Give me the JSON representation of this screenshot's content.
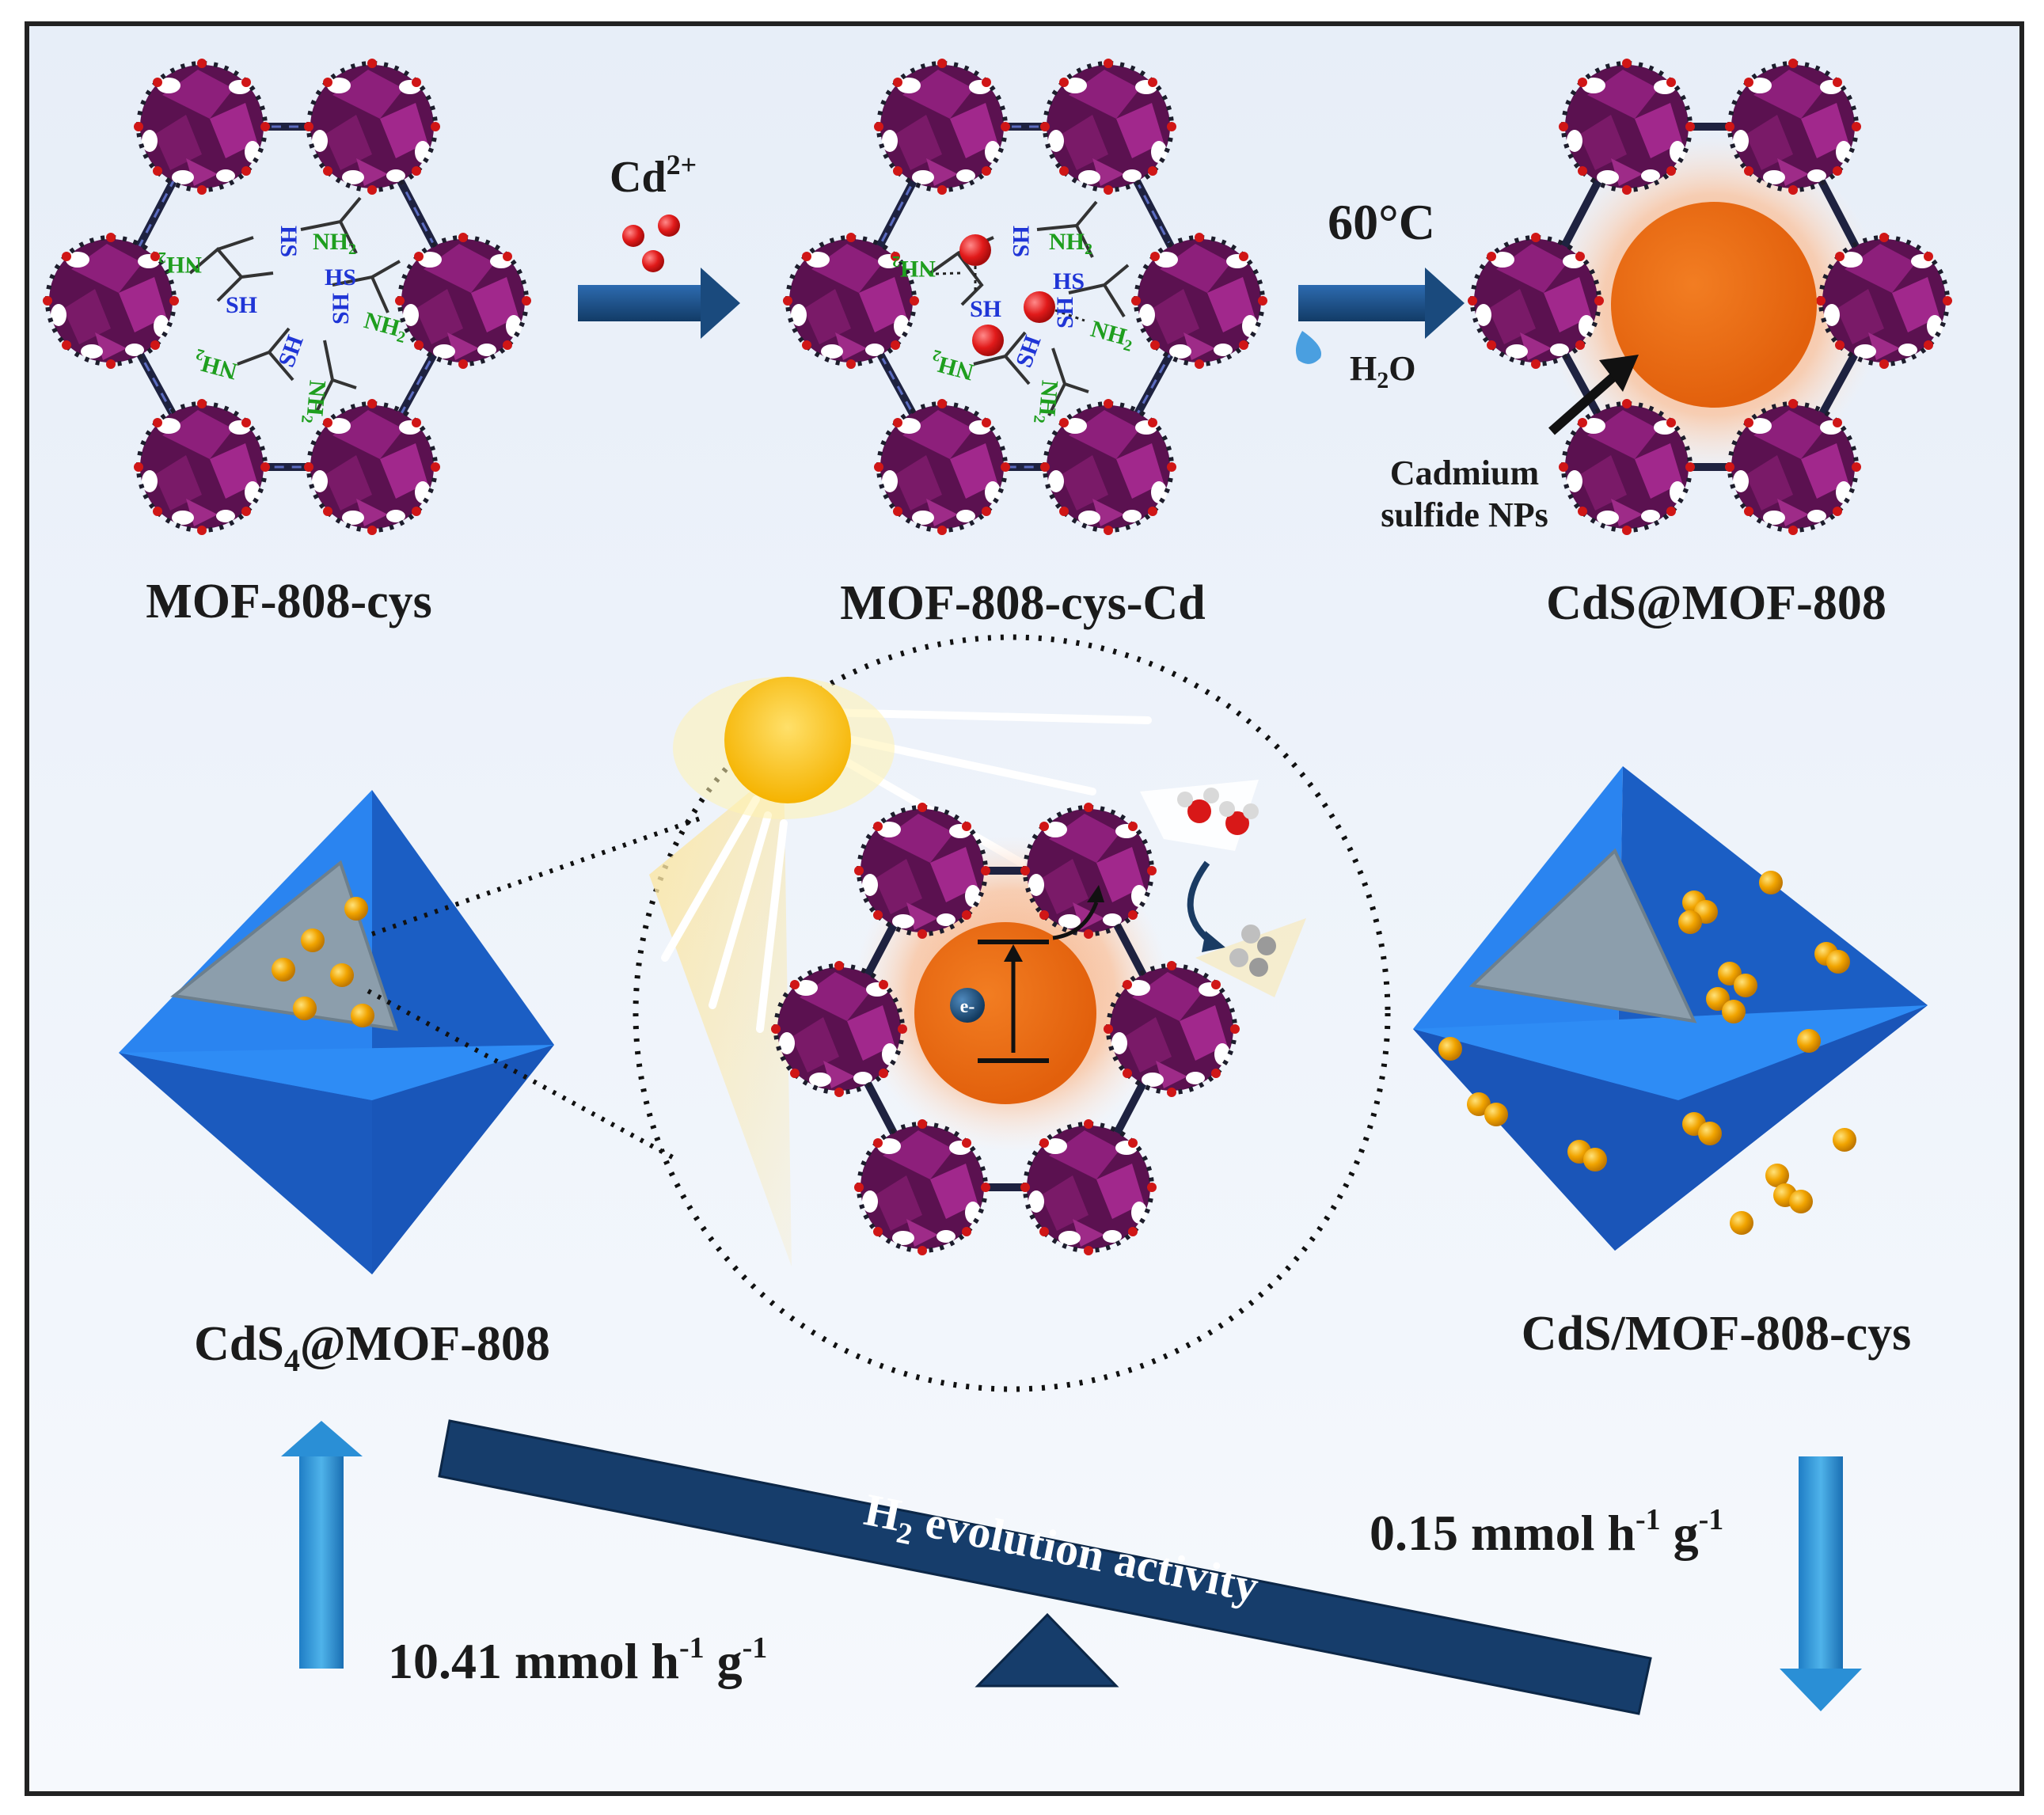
{
  "frame_labels": {
    "mof_cys": "MOF-808-cys",
    "mof_cys_cd": "MOF-808-cys-Cd",
    "cds_mof": "CdS@MOF-808",
    "cds4_prefix": "CdS",
    "cds4_sub": "4",
    "cds4_suffix": "@MOF-808",
    "cds_mof_cys": "CdS/MOF-808-cys"
  },
  "step1": {
    "ion": "Cd",
    "ion_sup": "2+"
  },
  "step2": {
    "temp": "60°C",
    "solvent_prefix": "H",
    "solvent_sub": "2",
    "solvent_suffix": "O"
  },
  "cds_np_label": {
    "line1": "Cadmium",
    "line2": "sulfide NPs"
  },
  "ligands": {
    "nh2": "NH",
    "nh2_sub": "2",
    "sh": "SH",
    "hs": "HS"
  },
  "electron": "e-",
  "balance": {
    "beam_prefix": "H",
    "beam_sub": "2",
    "beam_suffix": " evolution activity",
    "left_value": "10.41 mmol h",
    "right_value": "0.15 mmol h",
    "exp1": "-1",
    "unit_g": " g",
    "exp2": "-1"
  },
  "colors": {
    "background": "#eef3fa",
    "arrow": "#1d4e84",
    "octahedron": "#1f6fe0",
    "cds_particle": "#f1a400",
    "cd_ion": "#e11a1a",
    "cluster": "#7a1a66",
    "core": "#ee6d12",
    "amine": "#1e9e1e",
    "thiol": "#1f35d6"
  }
}
